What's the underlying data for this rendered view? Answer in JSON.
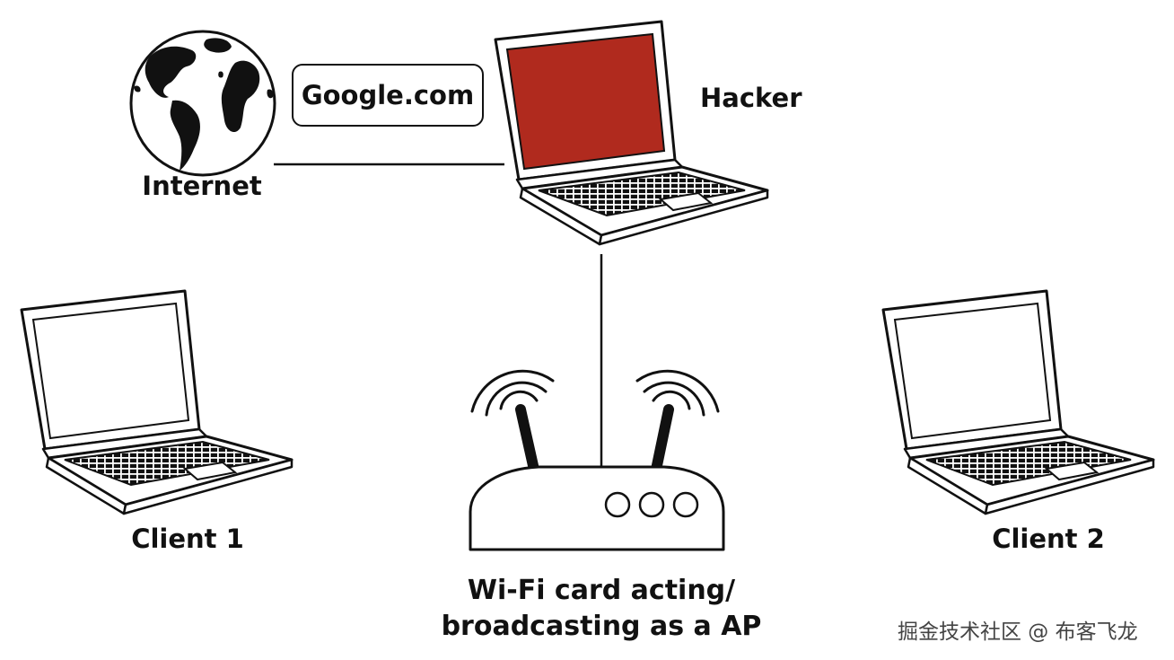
{
  "colors": {
    "line": "#111111",
    "hacker_screen": "#b02a1e",
    "client_screen": "#ffffff",
    "background": "#ffffff"
  },
  "nodes": {
    "internet": {
      "label": "Internet",
      "icon": "globe-icon"
    },
    "website": {
      "label": "Google.com"
    },
    "hacker": {
      "label": "Hacker",
      "icon": "laptop-icon"
    },
    "client1": {
      "label": "Client 1",
      "icon": "laptop-icon"
    },
    "client2": {
      "label": "Client 2",
      "icon": "laptop-icon"
    },
    "access_point": {
      "label_line1": "Wi-Fi card acting/",
      "label_line2": "broadcasting as a AP",
      "icon": "router-icon"
    }
  },
  "edges": [
    {
      "from": "internet",
      "to": "hacker"
    },
    {
      "from": "hacker",
      "to": "access_point"
    }
  ],
  "watermark": "掘金技术社区 @ 布客飞龙"
}
